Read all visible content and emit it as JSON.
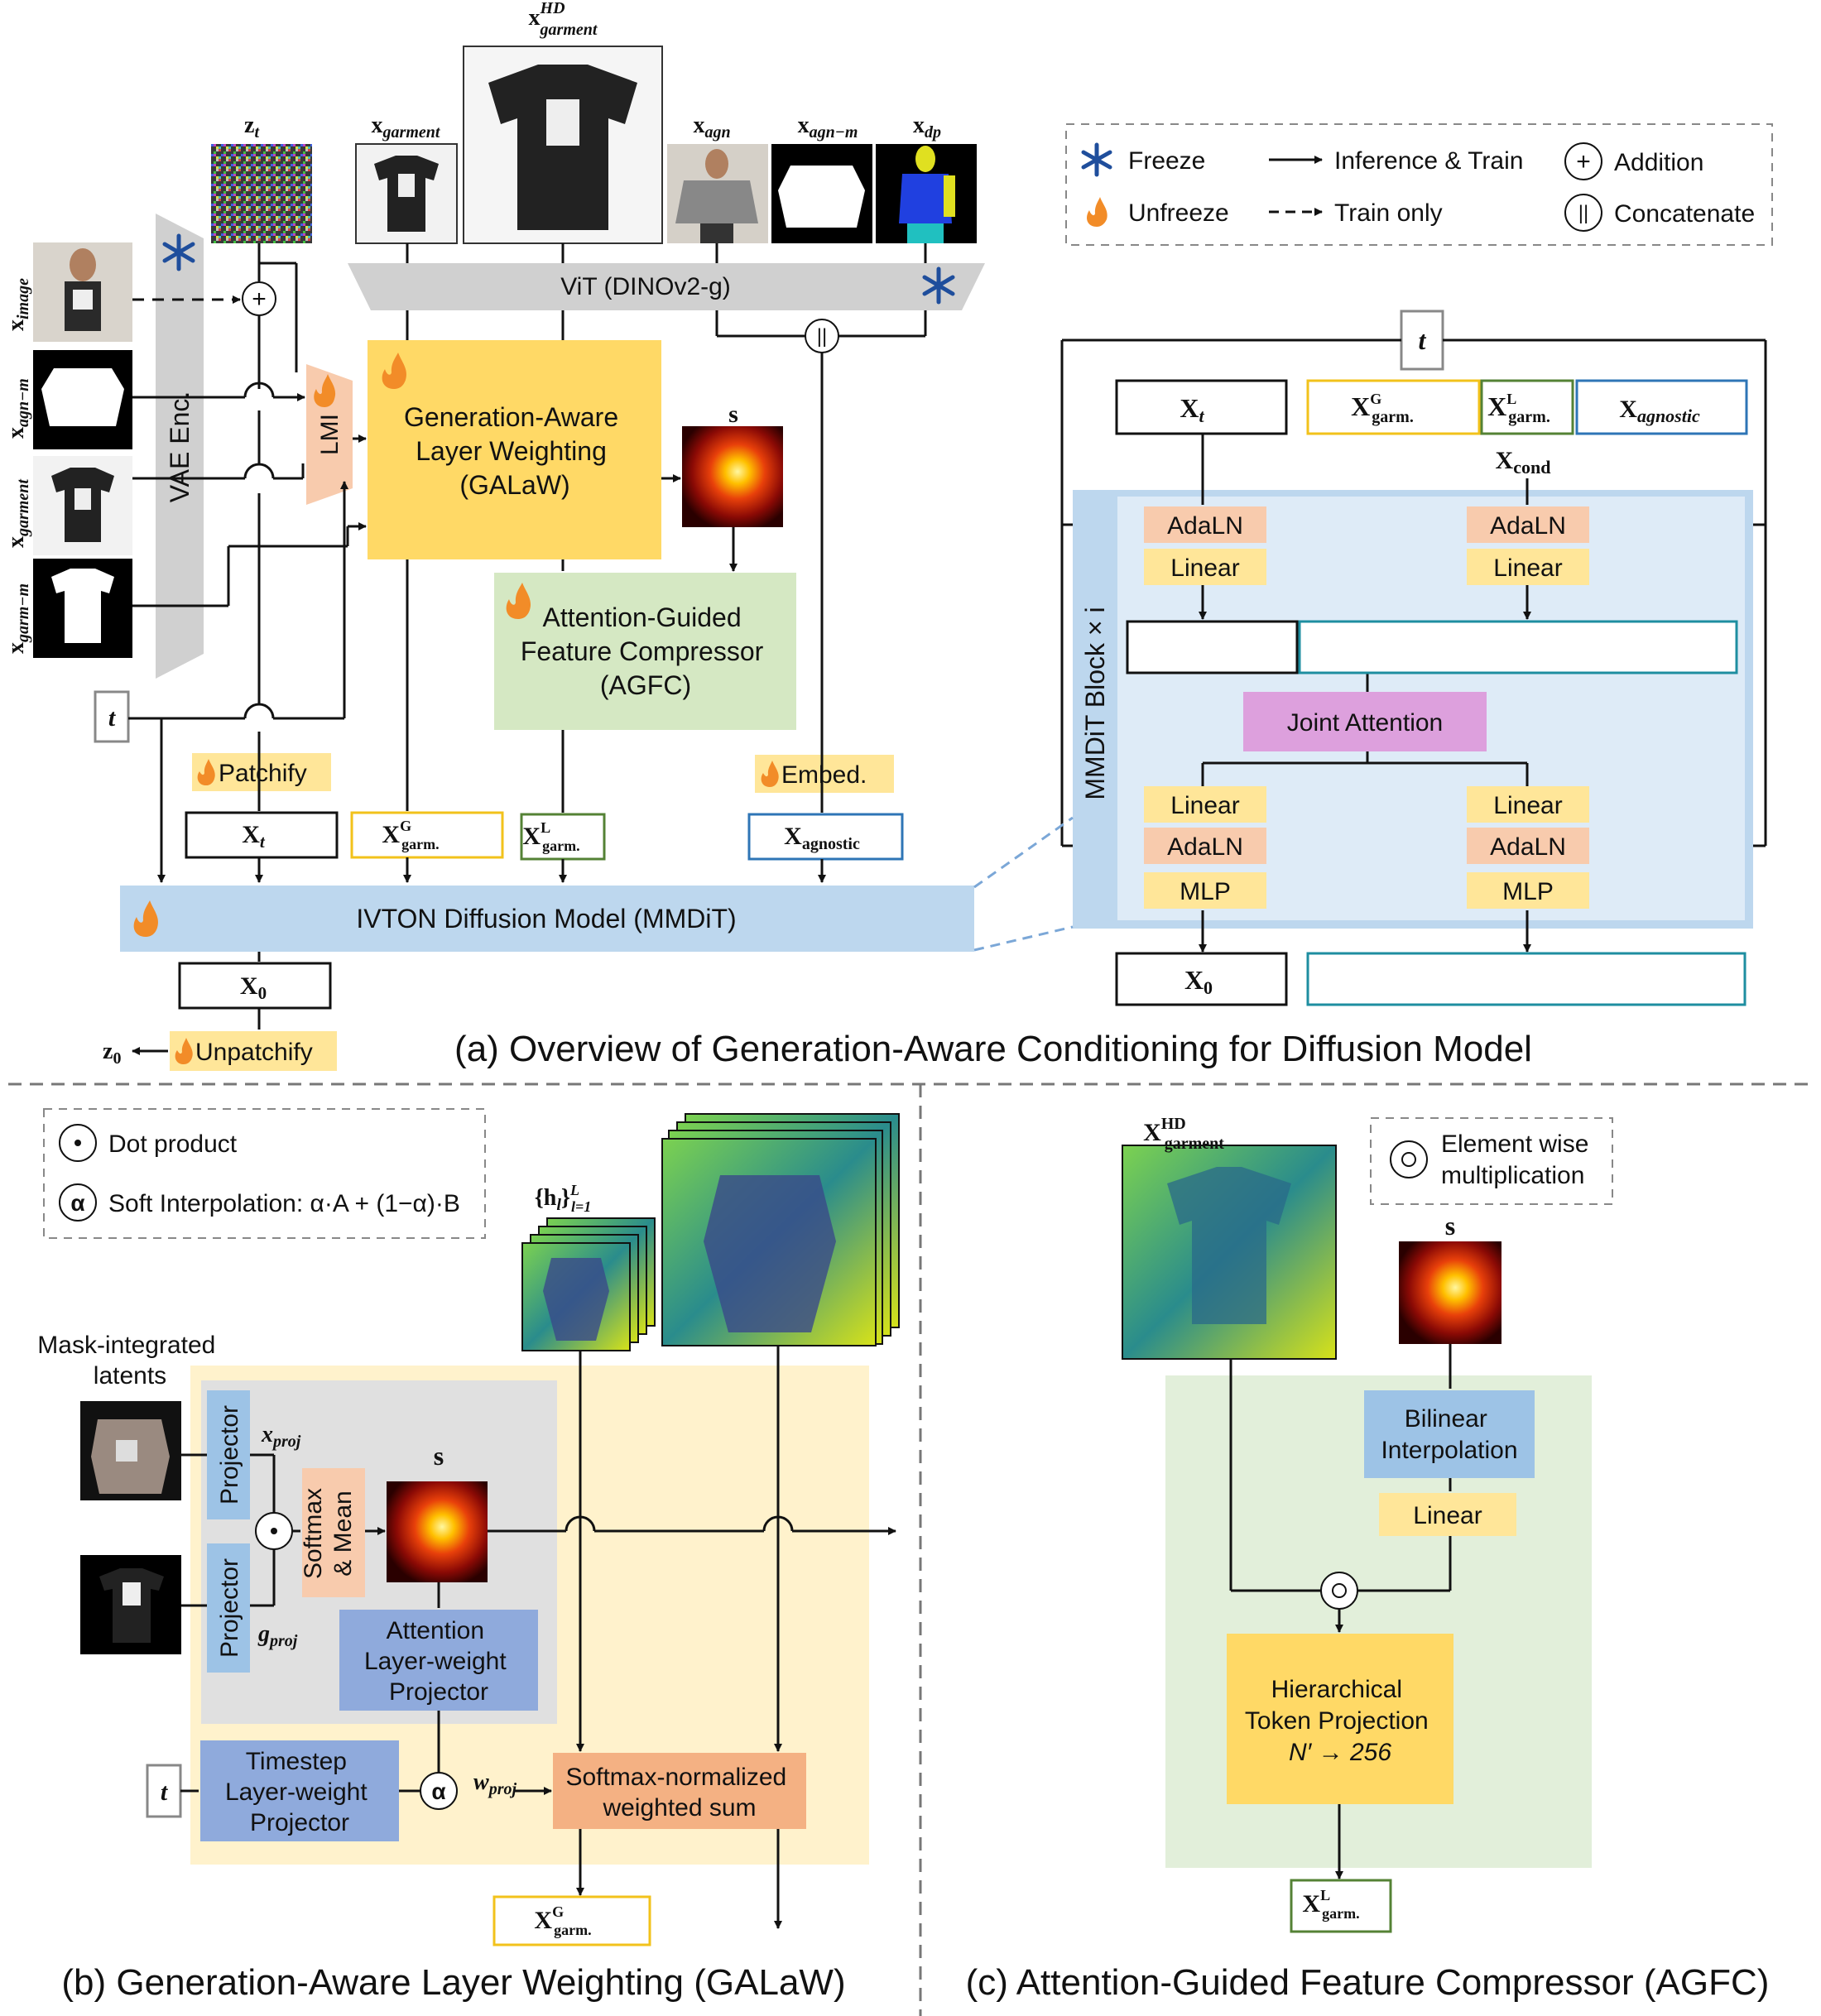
{
  "colors": {
    "yellow_box": "#FFD966",
    "yellow_light": "#FFE699",
    "green_box": "#D5E8C3",
    "blue_bar": "#BDD7EE",
    "blue_dark": "#8FAADC",
    "salmon": "#F8CBAD",
    "orange_box": "#F4B183",
    "purple": "#DDA0DD",
    "outline_yellow": "#F2C21B",
    "outline_green": "#548235",
    "outline_blue": "#2E75B6",
    "outline_teal": "#1E8EA0",
    "snowflake": "#1F4E9C",
    "flame": "#F28C28"
  },
  "icons": [
    "snowflake-icon",
    "flame-icon",
    "plus-circle-icon",
    "concat-circle-icon",
    "dot-circle-icon",
    "alpha-circle-icon",
    "odot-circle-icon"
  ],
  "top": {
    "img_labels": {
      "zt": "z",
      "zt_sub": "t",
      "garment": "x",
      "garment_sub": "garment",
      "hd": "x",
      "hd_sub": "garment",
      "hd_sup": "HD",
      "agn": "x",
      "agn_sub": "agn",
      "agn_m": "x",
      "agn_m_sub": "agn−m",
      "dp": "x",
      "dp_sub": "dp"
    },
    "left_labels": {
      "image": "x",
      "image_sub": "image",
      "agn_m": "x",
      "agn_m_sub": "agn−m",
      "garment": "x",
      "garment_sub": "garment",
      "garm_m": "x",
      "garm_m_sub": "garm−m"
    },
    "vit_label": "ViT (DINOv2-g)",
    "vae_label": "VAE Enc.",
    "lmi_label": "LMI",
    "galaw_lines": [
      "Generation-Aware",
      "Layer Weighting",
      "(GALaW)"
    ],
    "agfc_lines": [
      "Attention-Guided",
      "Feature Compressor",
      "(AGFC)"
    ],
    "s_label": "s",
    "t_label": "t",
    "patchify": "Patchify",
    "embed": "Embed.",
    "unpatchify": "Unpatchify",
    "xt": "X",
    "xt_sub": "t",
    "xg": "X",
    "xg_sub": "garm.",
    "xg_sup": "G",
    "xl": "X",
    "xl_sub": "garm.",
    "xl_sup": "L",
    "xagn": "X",
    "xagn_sub": "agnostic",
    "x0": "X",
    "x0_sub": "0",
    "z0": "z",
    "z0_sub": "0",
    "ivton": "IVTON Diffusion Model (MMDiT)"
  },
  "legend": {
    "freeze": "Freeze",
    "unfreeze": "Unfreeze",
    "inference_train": "Inference & Train",
    "train_only": "Train only",
    "addition": "Addition",
    "concatenate": "Concatenate"
  },
  "mmdit": {
    "t": "t",
    "xt": "X",
    "xt_sub": "t",
    "xg": "X",
    "xg_sub": "garm.",
    "xg_sup": "G",
    "xl": "X",
    "xl_sub": "garm.",
    "xl_sup": "L",
    "xagn": "X",
    "xagn_sub": "agnostic",
    "xcond": "X",
    "xcond_sub": "cond",
    "block": "MMDiT Block × i",
    "adaln": "AdaLN",
    "linear": "Linear",
    "mlp": "MLP",
    "joint": "Joint Attention",
    "x0": "X",
    "x0_sub": "0"
  },
  "captions": {
    "a": "(a) Overview of Generation-Aware Conditioning for Diffusion Model",
    "b": "(b) Generation-Aware Layer Weighting (GALaW)",
    "c": "(c) Attention-Guided Feature Compressor (AGFC)"
  },
  "galaw": {
    "legend_dot": "Dot product",
    "legend_alpha": "Soft Interpolation: α·A + (1−α)·B",
    "mask_lines": [
      "Mask-integrated",
      "latents"
    ],
    "projector": "Projector",
    "xproj": "x",
    "xproj_sub": "proj",
    "gproj": "g",
    "gproj_sub": "proj",
    "softmax_mean": [
      "Softmax",
      "& Mean"
    ],
    "s": "s",
    "attn_proj": [
      "Attention",
      "Layer-weight",
      "Projector"
    ],
    "h_label": "{h",
    "h_sub": "l",
    "h_tail": "}",
    "h_sup": "L",
    "h_sub2": "l=1",
    "timestep_proj": [
      "Timestep",
      "Layer-weight",
      "Projector"
    ],
    "t": "t",
    "alpha": "α",
    "wproj": "w",
    "wproj_sub": "proj",
    "weighted_sum": [
      "Softmax-normalized",
      "weighted sum"
    ],
    "xg": "X",
    "xg_sub": "garm.",
    "xg_sup": "G"
  },
  "agfc": {
    "hd_label": "X",
    "hd_sub": "garment",
    "hd_sup": "HD",
    "legend_lines": [
      "Element wise",
      "multiplication"
    ],
    "s": "s",
    "bilinear": [
      "Bilinear",
      "Interpolation"
    ],
    "linear": "Linear",
    "htp": [
      "Hierarchical",
      "Token Projection",
      "N′ → 256"
    ],
    "xl": "X",
    "xl_sub": "garm.",
    "xl_sup": "L"
  }
}
